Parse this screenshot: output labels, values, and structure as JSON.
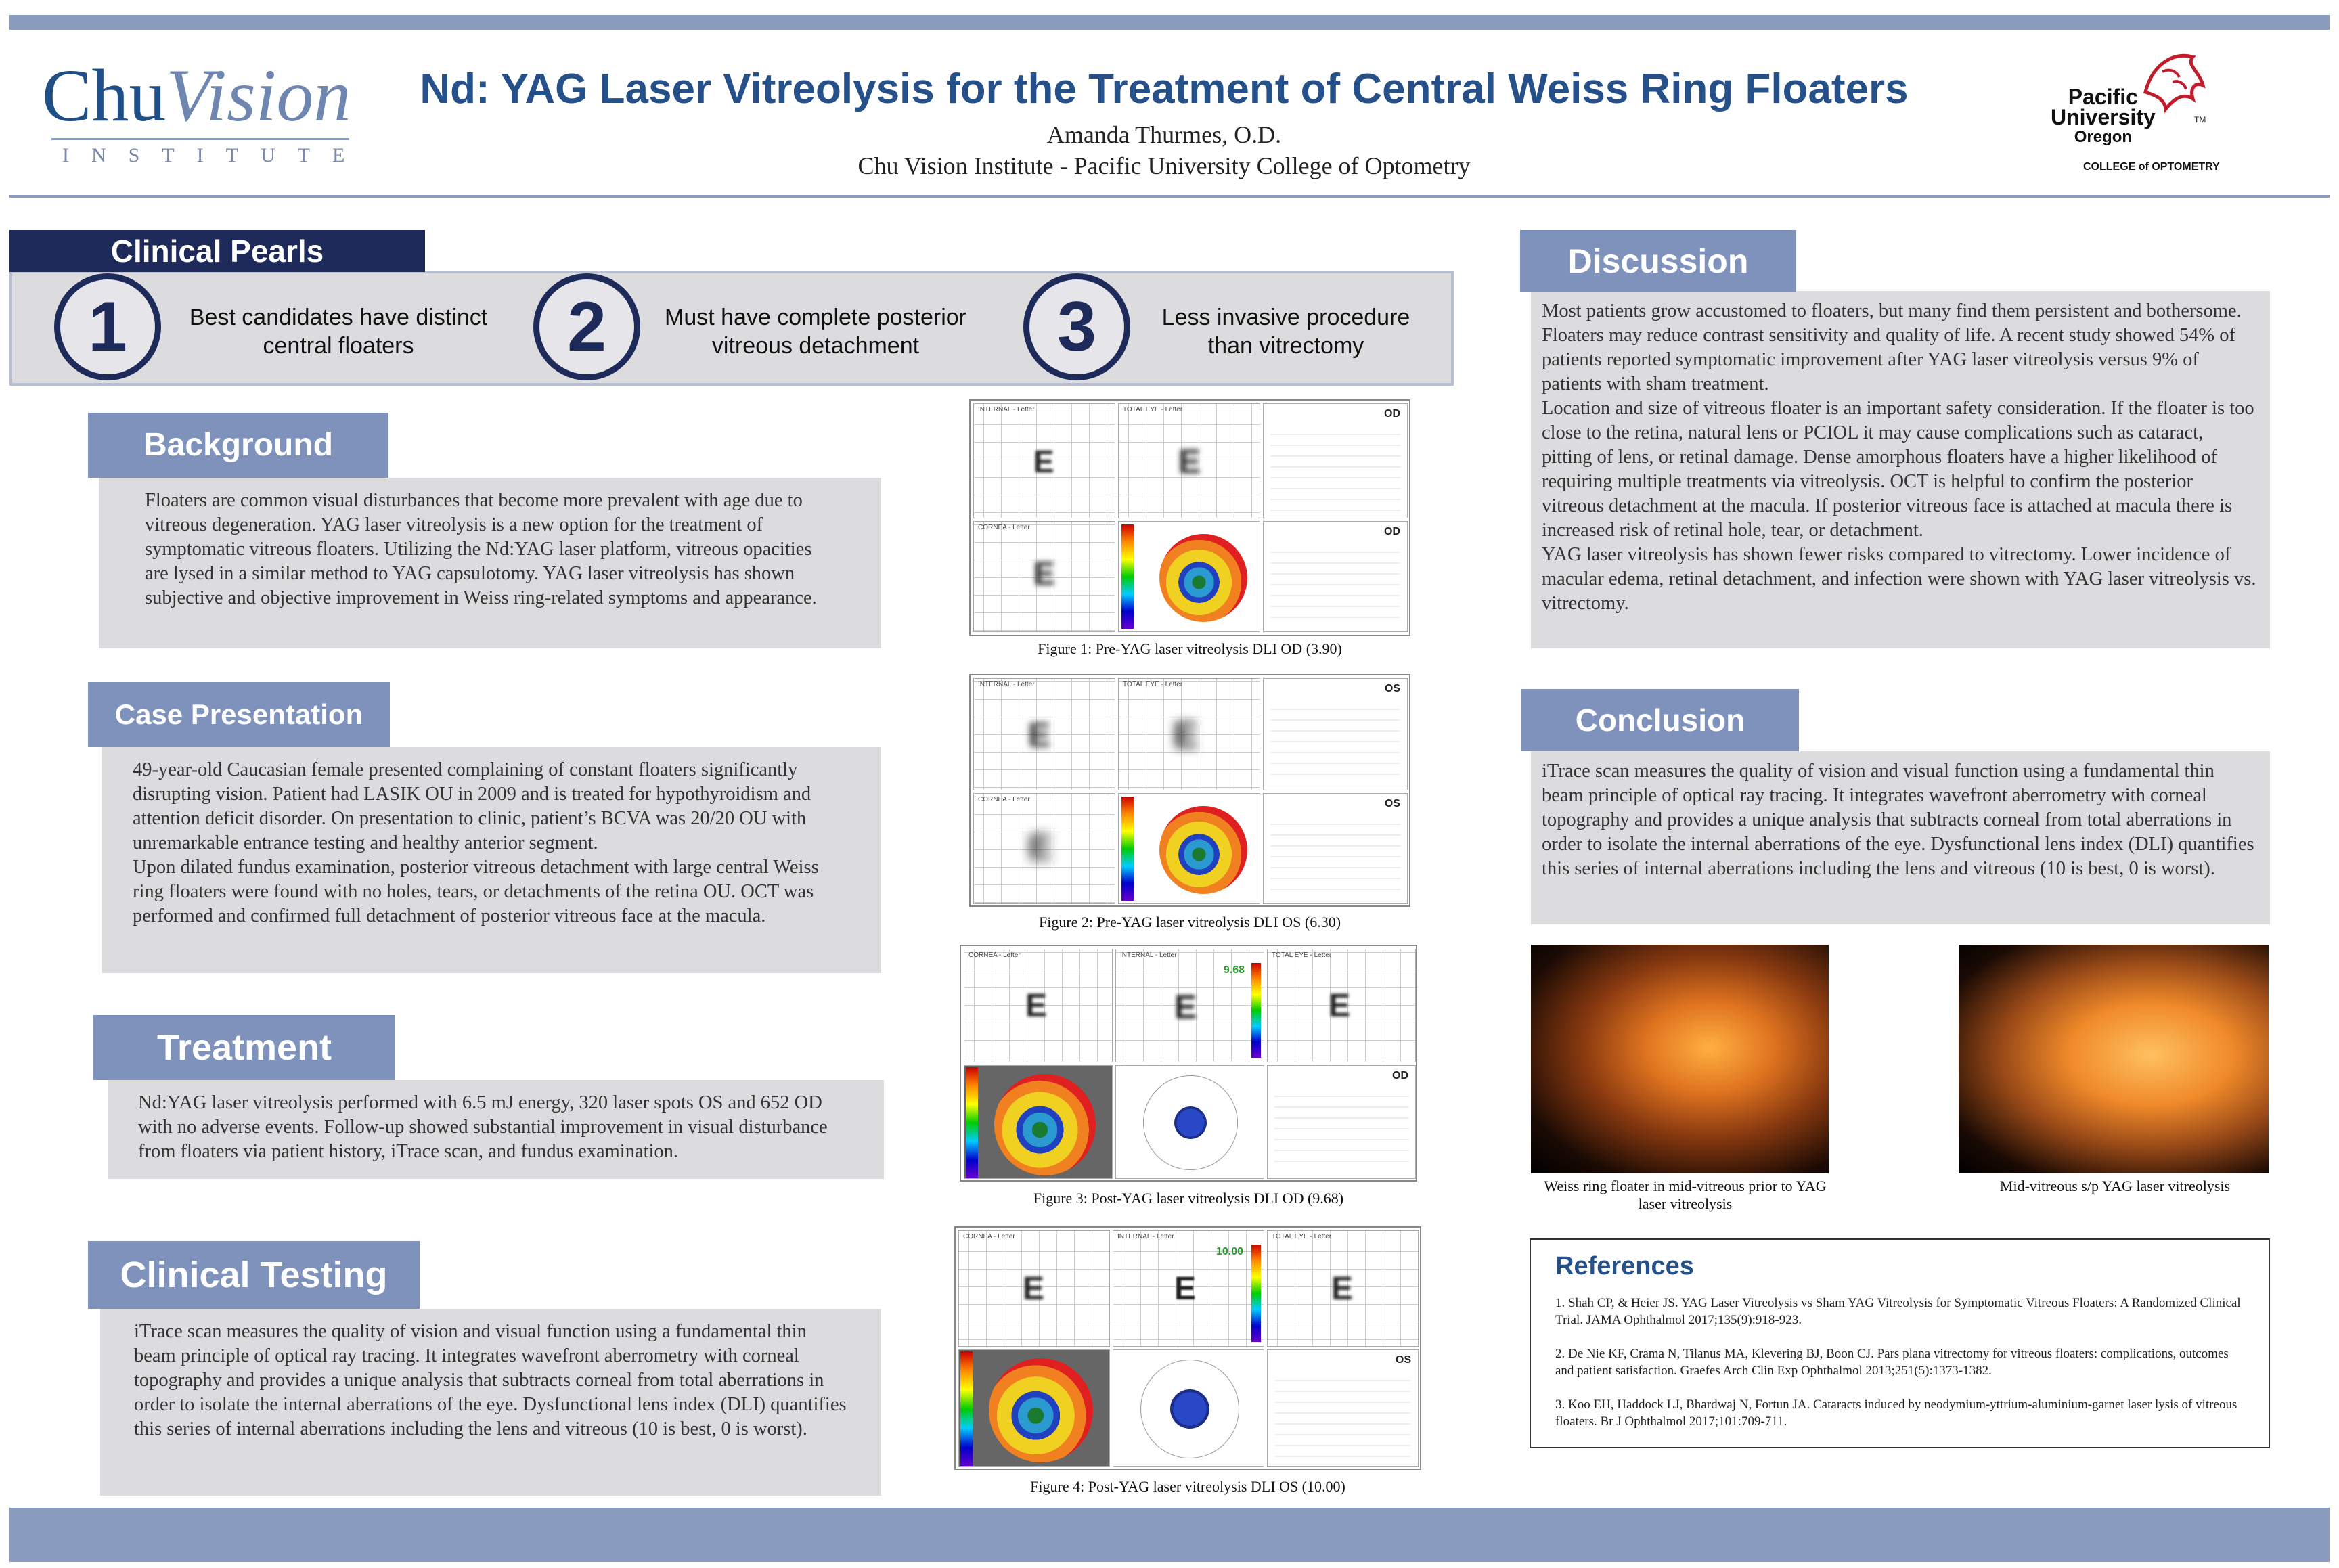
{
  "header": {
    "logo_left": {
      "main_a": "Chu",
      "main_b": "Vision",
      "sub": "INSTITUTE"
    },
    "title": "Nd: YAG Laser Vitreolysis for the Treatment of Central Weiss Ring Floaters",
    "author": "Amanda Thurmes, O.D.",
    "affiliation": "Chu Vision Institute - Pacific University College of Optometry",
    "logo_right": {
      "line1": "Pacific",
      "line2": "University",
      "line3": "Oregon",
      "tm": "TM",
      "college": "COLLEGE of OPTOMETRY"
    }
  },
  "pearls": {
    "title": "Clinical Pearls",
    "items": [
      {
        "num": "1",
        "text": "Best candidates have distinct central floaters"
      },
      {
        "num": "2",
        "text": "Must have complete posterior vitreous detachment"
      },
      {
        "num": "3",
        "text": "Less invasive  procedure than vitrectomy"
      }
    ]
  },
  "background": {
    "title": "Background",
    "text": "Floaters are common visual disturbances that become more prevalent with age due to vitreous degeneration. YAG laser vitreolysis is a new option for the treatment of symptomatic vitreous floaters. Utilizing the Nd:YAG laser platform, vitreous opacities are lysed in a similar method to YAG capsulotomy. YAG laser vitreolysis has shown subjective and objective improvement in Weiss ring-related symptoms and appearance."
  },
  "case": {
    "title": "Case Presentation",
    "p1": "49-year-old Caucasian female presented complaining of constant floaters significantly disrupting vision. Patient had LASIK OU in 2009 and is treated for hypothyroidism and attention deficit disorder. On presentation to clinic, patient’s BCVA was 20/20 OU with unremarkable entrance testing and healthy anterior segment.",
    "p2": "Upon dilated fundus examination, posterior vitreous detachment with large central Weiss ring floaters were found with no holes, tears, or detachments of the retina OU. OCT was performed and confirmed full detachment of posterior vitreous face at the macula."
  },
  "treatment": {
    "title": "Treatment",
    "text": "Nd:YAG laser vitreolysis performed with 6.5 mJ energy, 320 laser spots OS and 652 OD with no adverse events. Follow-up showed substantial improvement in visual disturbance from floaters via patient history, iTrace scan, and fundus examination."
  },
  "clinical_testing": {
    "title": "Clinical Testing",
    "text": "iTrace scan measures the quality of vision and visual function using a fundamental thin beam principle of optical ray tracing. It integrates wavefront aberrometry with corneal topography and provides a unique analysis that subtracts corneal from total aberrations in order to isolate the internal aberrations of the eye. Dysfunctional lens index (DLI) quantifies this series of internal aberrations including the lens and vitreous (10 is best, 0 is worst)."
  },
  "figures": {
    "fig1": {
      "caption": "Figure 1: Pre-YAG laser vitreolysis DLI OD (3.90)",
      "eye": "OD",
      "eye2": "OD",
      "panel_a": "INTERNAL - Letter",
      "panel_b": "TOTAL EYE - Letter",
      "panel_c": "CORNEA - Letter",
      "letter": "E"
    },
    "fig2": {
      "caption": "Figure 2: Pre-YAG laser vitreolysis DLI OS (6.30)",
      "eye": "OS",
      "eye2": "OS",
      "panel_a": "INTERNAL - Letter",
      "panel_b": "TOTAL EYE - Letter",
      "panel_c": "CORNEA - Letter",
      "letter": "E"
    },
    "fig3": {
      "caption": "Figure 3: Post-YAG laser vitreolysis DLI OD (9.68)",
      "eye": "OD",
      "panel_a": "CORNEA - Letter",
      "panel_b": "INTERNAL - Letter",
      "panel_c": "TOTAL EYE - Letter",
      "value": "9.68",
      "letter": "E"
    },
    "fig4": {
      "caption": "Figure 4: Post-YAG laser vitreolysis DLI OS (10.00)",
      "eye": "OS",
      "panel_a": "CORNEA - Letter",
      "panel_b": "INTERNAL - Letter",
      "panel_c": "TOTAL EYE - Letter",
      "value": "10.00",
      "letter": "E"
    }
  },
  "discussion": {
    "title": "Discussion",
    "p1": "Most patients grow accustomed to floaters, but many find them persistent and bothersome. Floaters may reduce contrast sensitivity and quality of life. A recent study showed 54% of patients reported symptomatic improvement after YAG laser vitreolysis versus 9% of patients with sham treatment.",
    "p2": "Location and size of vitreous floater is an important safety consideration. If the floater is too close to the retina, natural lens or PCIOL it may cause complications such as cataract, pitting of lens, or retinal damage. Dense amorphous floaters have a higher likelihood of requiring multiple treatments via vitreolysis. OCT is helpful to confirm the posterior vitreous detachment at the macula. If posterior vitreous face is attached at macula there is increased risk of retinal hole, tear, or detachment.",
    "p3": "YAG laser vitreolysis has shown fewer risks compared to vitrectomy. Lower incidence of macular edema, retinal detachment, and infection were shown with YAG laser vitreolysis vs. vitrectomy."
  },
  "conclusion": {
    "title": "Conclusion",
    "text": "iTrace scan measures the quality of vision and visual function using a fundamental thin beam principle of optical ray tracing. It integrates wavefront aberrometry with corneal topography and provides a unique analysis that subtracts corneal from total aberrations in order to isolate the internal aberrations of the eye. Dysfunctional lens index (DLI) quantifies this series of internal aberrations including the lens and vitreous (10 is best, 0 is worst)."
  },
  "photos": {
    "left_caption": "Weiss ring floater in mid-vitreous prior to YAG laser vitreolysis",
    "right_caption": "Mid-vitreous s/p YAG laser vitreolysis"
  },
  "references": {
    "title": "References",
    "r1": "1. Shah CP, & Heier JS. YAG Laser Vitreolysis vs Sham YAG Vitreolysis for Symptomatic Vitreous Floaters: A Randomized Clinical Trial. JAMA Ophthalmol 2017;135(9):918-923.",
    "r2": "2. De Nie KF, Crama N, Tilanus MA, Klevering BJ, Boon CJ. Pars plana vitrectomy for vitreous floaters: complications, outcomes and patient satisfaction. Graefes Arch Clin Exp Ophthalmol 2013;251(5):1373-1382.",
    "r3": "3. Koo EH, Haddock LJ, Bhardwaj N, Fortun JA. Cataracts induced by neodymium-yttrium-aluminium-garnet laser lysis of vitreous floaters. Br J Ophthalmol 2017;101:709-711."
  },
  "colors": {
    "band": "#8a9bc0",
    "title_blue": "#25508a",
    "navy": "#1d2a5a",
    "tab": "#7e92bb",
    "box": "#dcdcdf"
  }
}
